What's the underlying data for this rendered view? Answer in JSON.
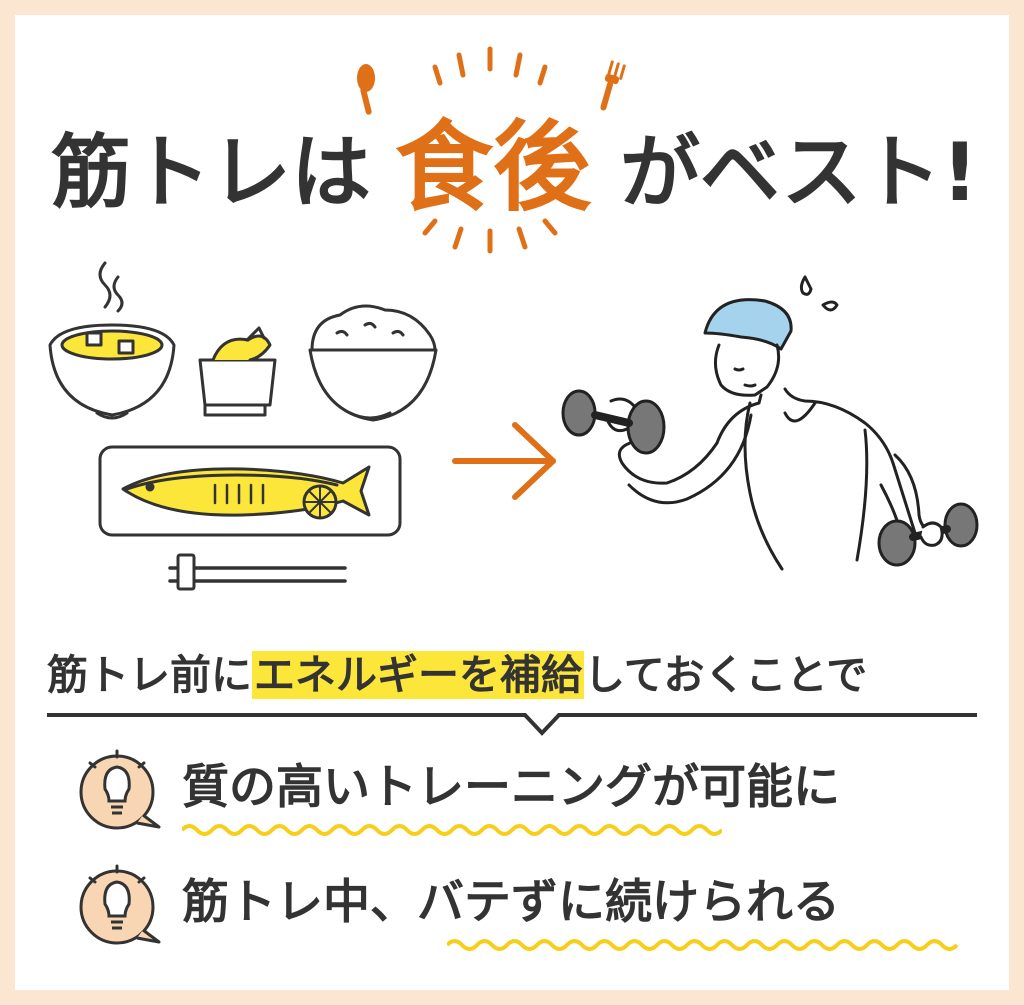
{
  "headline": {
    "left": "筋トレは",
    "emphasis": "食後",
    "right": "がベスト!"
  },
  "subtitle": {
    "before": "筋トレ前に",
    "highlight": "エネルギーを補給",
    "after": "しておくことで"
  },
  "benefits": [
    {
      "text": "質の高いトレーニングが可能に"
    },
    {
      "text": "筋トレ中、バテずに続けられる"
    }
  ],
  "colors": {
    "background": "#fbe6d1",
    "card": "#ffffff",
    "accent": "#e07018",
    "highlight": "#fce63a",
    "text": "#333333",
    "bulb_circle": "#f9d6b3"
  },
  "icons": [
    "spoon-icon",
    "fork-icon",
    "burst-icon",
    "meal-illustration",
    "arrow-right-icon",
    "dumbbell-man-illustration",
    "lightbulb-icon"
  ]
}
